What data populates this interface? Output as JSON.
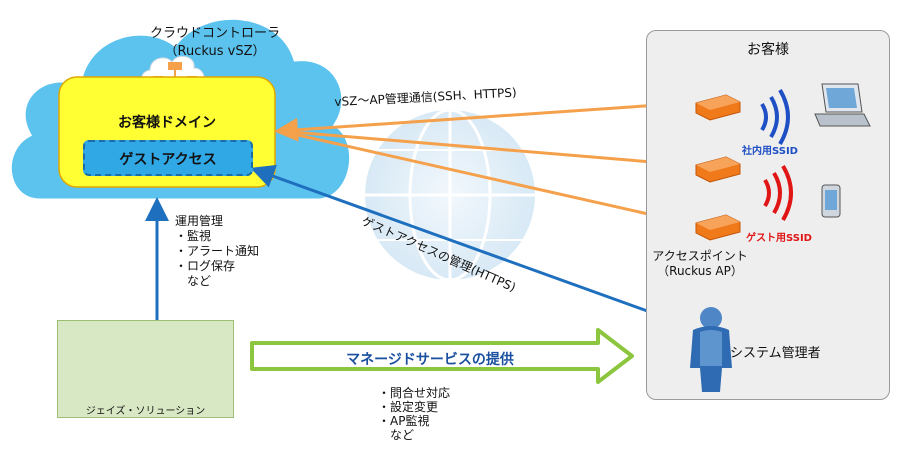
{
  "cloud": {
    "title": "クラウドコントローラ",
    "subtitle": "（Ruckus vSZ）",
    "domain_label": "お客様ドメイン",
    "guest_access_label": "ゲストアクセス"
  },
  "operations": {
    "title": "運用管理",
    "items": [
      "・監視",
      "・アラート通知",
      "・ログ保存",
      "　など"
    ]
  },
  "vendor": {
    "label": "ジェイズ・ソリューション"
  },
  "managed_service": {
    "label": "マネージドサービスの提供"
  },
  "support": {
    "items": [
      "・問合せ対応",
      "・設定変更",
      "・AP監視",
      "　など"
    ]
  },
  "connections": {
    "vsz_ap": "vSZ～AP管理通信(SSH、HTTPS)",
    "guest_mgmt": "ゲストアクセスの管理(HTTPS)"
  },
  "customer": {
    "label": "お客様",
    "ap_label": "アクセスポイント",
    "ap_sub": "（Ruckus AP）",
    "ssid_internal": "社内用SSID",
    "ssid_guest": "ゲスト用SSID",
    "admin_label": "システム管理者"
  },
  "colors": {
    "cloud": "#5cc3ef",
    "domain": "#ffff33",
    "guest_box": "#31a8e6",
    "arrow_orange": "#f5a04a",
    "arrow_blue": "#1f6fbf",
    "managed_arrow": "#8cc63f",
    "ssid_internal": "#1f4fc4",
    "ssid_guest": "#e01515"
  }
}
